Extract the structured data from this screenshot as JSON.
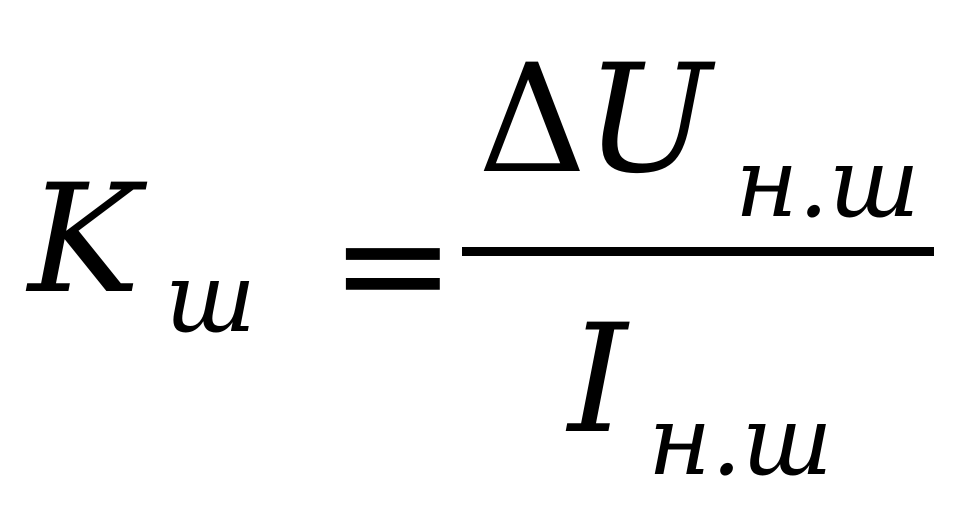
{
  "formula": {
    "lhs": {
      "symbol": "K",
      "subscript": "ш"
    },
    "equals": "=",
    "numerator": {
      "delta": "Δ",
      "symbol": "U",
      "subscript": "н.ш"
    },
    "denominator": {
      "symbol": "I",
      "subscript": "н.ш"
    }
  }
}
